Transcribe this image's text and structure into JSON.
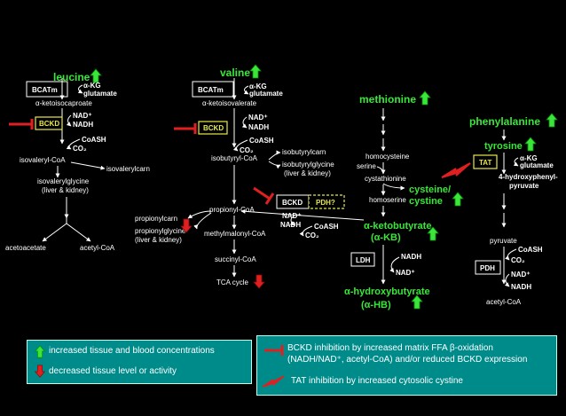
{
  "pathways": {
    "leucine": {
      "title": "leucine",
      "enzyme": "BCATm",
      "cofactor_in": "α-KG",
      "cofactor_out": "glutamate",
      "product1": "α-ketoisocaproate",
      "bckd": "BCKD",
      "nad": "NAD⁺",
      "nadh": "NADH",
      "coash": "CoASH",
      "co2": "CO₂",
      "acylcoa": "isovaleryl-CoA",
      "carn": "isovalerylcarn",
      "glycine_1": "isovalerylglycine",
      "glycine_2": "(liver & kidney)",
      "end1": "acetoacetate",
      "end2": "acetyl-CoA"
    },
    "valine": {
      "title": "valine",
      "enzyme": "BCATm",
      "cofactor_in": "α-KG",
      "cofactor_out": "glutamate",
      "product1": "α-ketoisovalerate",
      "bckd": "BCKD",
      "nad": "NAD⁺",
      "nadh": "NADH",
      "coash": "CoASH",
      "co2": "CO₂",
      "acylcoa": "isobutyryl-CoA",
      "carn": "isobutyrylcarn",
      "glycine_1": "isobutyrylglycine",
      "glycine_2": "(liver & kidney)",
      "propionyl": "propionyl-CoA",
      "pcarn": "propionylcarn",
      "pglycine_1": "propionylglycine",
      "pglycine_2": "(liver & kidney)",
      "methylmalonyl": "methylmalonyl-CoA",
      "succinyl": "succinyl-CoA",
      "tca": "TCA cycle"
    },
    "methionine": {
      "title": "methionine",
      "homocysteine": "homocysteine",
      "serine": "serine",
      "cystathionine": "cystathionine",
      "cysteine_1": "cysteine/",
      "cysteine_2": "cystine",
      "homoserine": "homoserine",
      "bckd": "BCKD",
      "pdh": "PDH?",
      "nad": "NAD⁺",
      "nadh": "NADH",
      "coash": "CoASH",
      "co2": "CO₂",
      "akb_1": "α-ketobutyrate",
      "akb_2": "(α-KB)",
      "ldh": "LDH",
      "ldh_nadh": "NADH",
      "ldh_nad": "NAD⁺",
      "ahb_1": "α-hydroxybutyrate",
      "ahb_2": "(α-HB)"
    },
    "phenylalanine": {
      "title": "phenylalanine",
      "tyrosine": "tyrosine",
      "tat": "TAT",
      "cofactor_in": "α-KG",
      "cofactor_out": "glutamate",
      "hpp_1": "4-hydroxyphenyl-",
      "hpp_2": "pyruvate",
      "pyruvate": "pyruvate",
      "coash": "CoASH",
      "co2": "CO₂",
      "pdh": "PDH",
      "nad": "NAD⁺",
      "nadh": "NADH",
      "acetylcoa": "acetyl-CoA"
    }
  },
  "legend": {
    "increased": "increased tissue and blood concentrations",
    "decreased": "decreased tissue level or activity",
    "bckd_inhib_1": "BCKD inhibition by increased matrix FFA β-oxidation",
    "bckd_inhib_2": "(NADH/NAD⁺, acetyl-CoA) and/or reduced BCKD expression",
    "tat_inhib": "TAT inhibition by increased cytosolic cystine"
  },
  "colors": {
    "background": "#000000",
    "increase_arrow": "#39e639",
    "decrease_arrow": "#e02020",
    "inhibition": "#e02020",
    "enzyme_highlight": "#e8e84a",
    "legend_box": "#008b8b"
  }
}
